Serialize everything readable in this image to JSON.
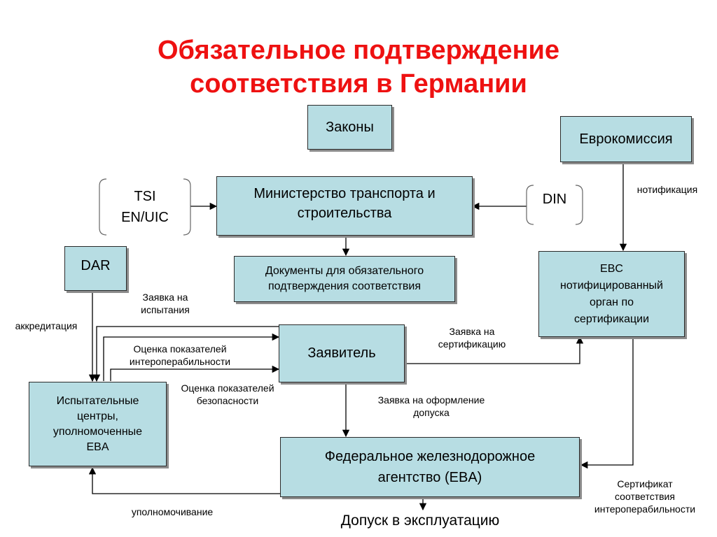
{
  "title": {
    "line1": "Обязательное подтверждение",
    "line2": "соответствия в Германии"
  },
  "nodes": {
    "laws": "Законы",
    "eurocommission": "Еврокомиссия",
    "ministry": [
      "Министерство транспорта и",
      "строительства"
    ],
    "tsi_group": [
      "TSI",
      "EN/UIC"
    ],
    "din": "DIN",
    "dar": "DAR",
    "documents": [
      "Документы для обязательного",
      "подтверждения соответствия"
    ],
    "ebc": [
      "EBC",
      "нотифицированный",
      "орган по",
      "сертификации"
    ],
    "applicant": "Заявитель",
    "test_centers": [
      "Испытательные",
      "центры,",
      "уполномоченные",
      "EBA"
    ],
    "eba": [
      "Федеральное железнодорожное",
      "агентство (EBA)"
    ],
    "admission": "Допуск в эксплуатацию"
  },
  "edge_labels": {
    "notification": "нотификация",
    "test_request": [
      "Заявка на",
      "испытания"
    ],
    "accreditation": "аккредитация",
    "interop_eval": [
      "Оценка показателей",
      "интероперабильности"
    ],
    "safety_eval": [
      "Оценка показателей",
      "безопасности"
    ],
    "cert_request": [
      "Заявка на",
      "сертификацию"
    ],
    "admission_request": [
      "Заявка на оформление",
      "допуска"
    ],
    "authorization": "уполномочивание",
    "interop_cert": [
      "Сертификат",
      "соответствия",
      "интероперабильности"
    ]
  },
  "colors": {
    "title": "#ee1111",
    "box_fill": "#b7dde3",
    "line": "#000000"
  }
}
